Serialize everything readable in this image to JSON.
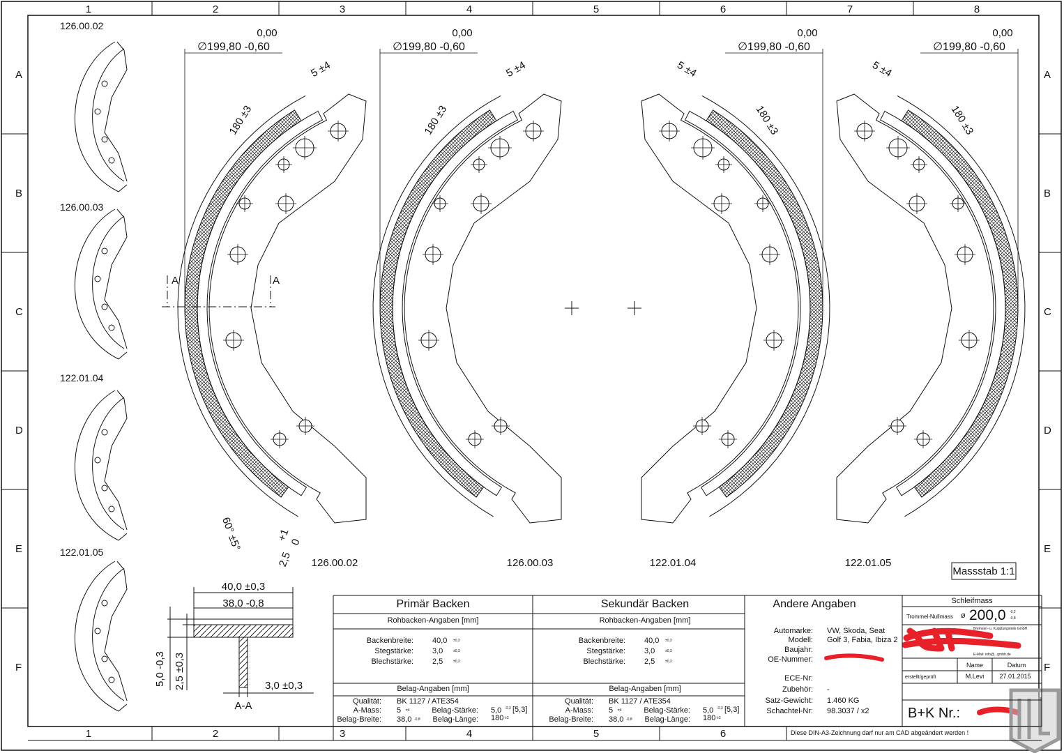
{
  "sheet": {
    "top_cols": [
      "1",
      "2",
      "3",
      "4",
      "5",
      "6",
      "7",
      "8"
    ],
    "rows": [
      "A",
      "B",
      "C",
      "D",
      "E",
      "F"
    ],
    "bottom_cols": [
      "1",
      "2",
      "3",
      "4",
      "5",
      "6"
    ]
  },
  "thumbnails": [
    {
      "label": "126.00.02"
    },
    {
      "label": "126.00.03"
    },
    {
      "label": "122.01.04"
    },
    {
      "label": "122.01.05"
    }
  ],
  "shoes": [
    {
      "part": "126.00.02",
      "dia_upper": "0,00",
      "dia": "∅199,80 -0,60",
      "a_mass": "5 ±4",
      "length": "180 ±3"
    },
    {
      "part": "126.00.03",
      "dia_upper": "0,00",
      "dia": "∅199,80 -0,60",
      "a_mass": "5 ±4",
      "length": "180 ±3"
    },
    {
      "part": "122.01.04",
      "dia_upper": "0,00",
      "dia": "∅199,80 -0,60",
      "a_mass": "5 ±4",
      "length": "180 ±3"
    },
    {
      "part": "122.01.05",
      "dia_upper": "0,00",
      "dia": "∅199,80 -0,60",
      "a_mass": "5 ±4",
      "length": "180 ±3"
    }
  ],
  "detail": {
    "angle": "60° ±5°",
    "tol_plus": "+1",
    "tol_zero": "0",
    "value": "2,5",
    "section_mark_left": "A",
    "section_mark_right": "A"
  },
  "section": {
    "width_outer": "40,0 ±0,3",
    "width_lining": "38,0 -0,8",
    "height_total": "5,0 -0,3",
    "height_plate": "2,5 ±0,3",
    "web": "3,0 ±0,3",
    "title": "A-A"
  },
  "scale": "Massstab 1:1",
  "primary": {
    "title": "Primär Backen",
    "raw_header": "Rohbacken-Angaben  [mm]",
    "raw": [
      {
        "label": "Backenbreite:",
        "value": "40,0",
        "tol": "±0,3"
      },
      {
        "label": "Stegstärke:",
        "value": "3,0",
        "tol": "±0,3"
      },
      {
        "label": "Blechstärke:",
        "value": "2,5",
        "tol": "±0,3"
      }
    ],
    "lining_header": "Belag-Angaben  [mm]",
    "quality_label": "Qualität:",
    "quality": "BK 1127 / ATE354",
    "amass_label": "A-Mass:",
    "amass": "5",
    "amass_tol": "±4",
    "thick_label": "Belag-Stärke:",
    "thick": "5,0",
    "thick_tol": "-0,3",
    "thick_alt": "[5,3]",
    "width_label": "Belag-Breite:",
    "width": "38,0",
    "width_tol": "-0,8",
    "len_label": "Belag-Länge:",
    "len": "180",
    "len_tol": "±3"
  },
  "secondary": {
    "title": "Sekundär Backen",
    "raw_header": "Rohbacken-Angaben  [mm]",
    "raw": [
      {
        "label": "Backenbreite:",
        "value": "40,0",
        "tol": "±0,3"
      },
      {
        "label": "Stegstärke:",
        "value": "3,0",
        "tol": "±0,3"
      },
      {
        "label": "Blechstärke:",
        "value": "2,5",
        "tol": "±0,3"
      }
    ],
    "lining_header": "Belag-Angaben  [mm]",
    "quality_label": "Qualität:",
    "quality": "BK 1127 / ATE354",
    "amass_label": "A-Mass:",
    "amass": "5",
    "amass_tol": "±4",
    "thick_label": "Belag-Stärke:",
    "thick": "5,0",
    "thick_tol": "-0,3",
    "thick_alt": "[5,3]",
    "width_label": "Belag-Breite:",
    "width": "38,0",
    "width_tol": "-0,8",
    "len_label": "Belag-Länge:",
    "len": "180",
    "len_tol": "±3"
  },
  "other": {
    "title": "Andere Angaben",
    "rows": [
      {
        "label": "Automarke:",
        "value": "VW, Skoda, Seat"
      },
      {
        "label": "Modell:",
        "value": "Golf 3, Fabia, Ibiza 2"
      },
      {
        "label": "Baujahr:",
        "value": ""
      },
      {
        "label": "OE-Nummer:",
        "value": ""
      },
      {
        "label": "ECE-Nr:",
        "value": ""
      },
      {
        "label": "Zubehör:",
        "value": "-"
      },
      {
        "label": "Satz-Gewicht:",
        "value": "1.460 KG"
      },
      {
        "label": "Schachtel-Nr:",
        "value": "98.3037 / x2"
      }
    ]
  },
  "grind": {
    "title": "Schleifmass",
    "drum_label": "Trommel-Nullmass",
    "diameter_symbol": "ø",
    "drum_value": "200,0",
    "tol_upper": "-0,2",
    "tol_lower": "-0,8",
    "company_line1": "Bremsen- u. Kupplungsteile GmbH",
    "company_email": "E-Mail: info@...gmbh.de",
    "name_header": "Name",
    "date_header": "Datum",
    "role": "erstellt/geprüft",
    "name": "M.Levi",
    "date": "27.01.2015",
    "bk_label": "B+K Nr.:"
  },
  "note": "Diese DIN-A3-Zeichnung darf nur am CAD abgeändert werden !",
  "colors": {
    "line": "#111111",
    "redaction": "#e8202a",
    "logo": "#9a9a9a"
  }
}
